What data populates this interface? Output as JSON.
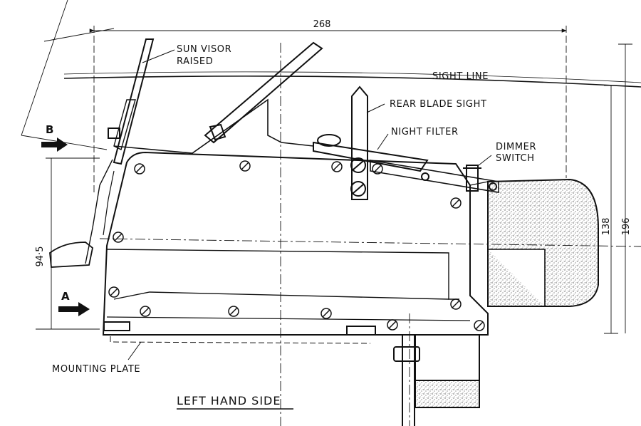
{
  "labels": {
    "sun_visor": "SUN VISOR",
    "raised": "RAISED",
    "sight_line": "SIGHT LINE",
    "rear_blade_sight": "REAR BLADE SIGHT",
    "night_filter": "NIGHT FILTER",
    "dimmer": "DIMMER",
    "switch": "SWITCH",
    "mounting_plate": "MOUNTING PLATE",
    "view_b": "B",
    "view_a": "A",
    "title": "LEFT HAND SIDE"
  },
  "dimensions": {
    "overall_length": "268",
    "height_138": "138",
    "height_196": "196",
    "height_94_5": "94·5"
  },
  "colors": {
    "ink": "#111111",
    "paper": "#ffffff",
    "stipple": "#555555"
  }
}
